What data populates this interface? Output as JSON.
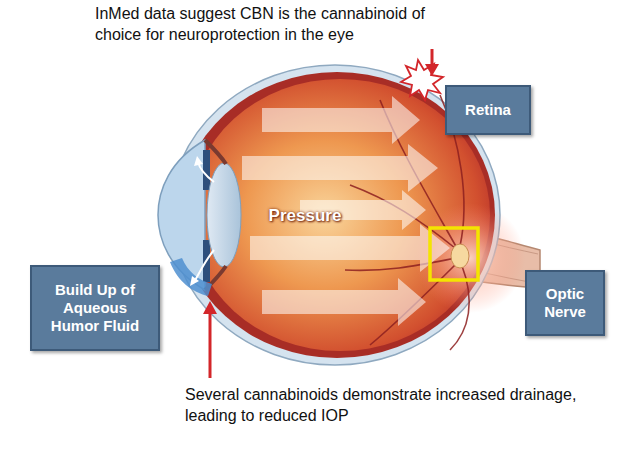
{
  "diagram": {
    "nodes": [
      {
        "text": [
          "Retina"
        ]
      },
      {
        "text": [
          "Build Up of Aqueous Humor Fluid"
        ]
      },
      {
        "text": [
          "Optic Nerve"
        ]
      }
    ],
    "labels": [
      "InMed data suggest CBN is the cannabinoid of choice for neuroprotection in the eye",
      "Pressure",
      "Several cannabinoids demonstrate increased drainage, leading to reduced IOP"
    ]
  }
}
